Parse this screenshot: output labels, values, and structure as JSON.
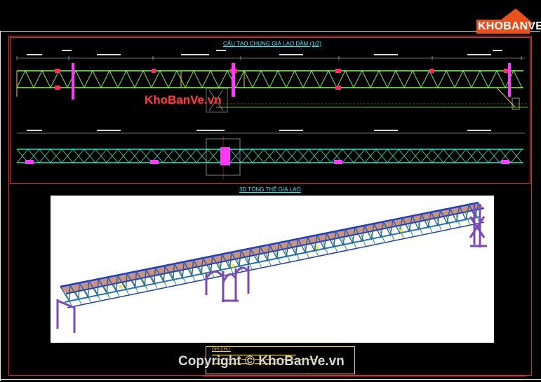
{
  "drawing": {
    "main_title": "CẤU TẠO CHUNG GIÁ LAO DẦM (1/2)",
    "view3d_title": "3D TỔNG THỂ GIÁ LAO",
    "notes_title": "GHI CHÚ:"
  },
  "watermarks": {
    "middle": "KhoBanVe.vn",
    "bottom": "Copyright © KhoBanVe.vn"
  },
  "logo": {
    "text": "KHOBANVE",
    "color": "#e8501c"
  },
  "colors": {
    "background": "#000000",
    "frame": "#e22222",
    "truss": "#7dff3a",
    "truss_plan": "#19f0c8",
    "title": "#2ef0ff",
    "note_border": "#ffd400"
  }
}
